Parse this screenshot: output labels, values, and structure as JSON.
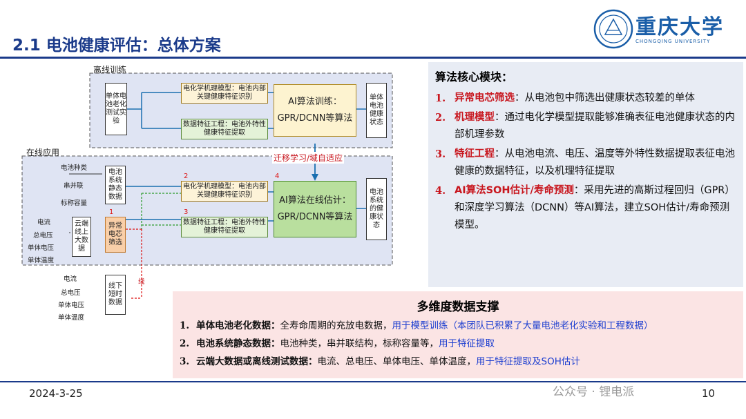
{
  "header": {
    "title": "2.1 电池健康评估：总体方案",
    "logo_text": "重庆大学",
    "logo_sub": "CHONGQING UNIVERSITY"
  },
  "diagram": {
    "offline_label": "离线训练",
    "online_label": "在线应用",
    "transfer_label": "迁移学习/域自适应",
    "offline": {
      "cell_test": "单体电池老化测试实验",
      "echem_model": "电化学机理模型：电池内部关键健康特征识别",
      "feature_eng": "数据特征工程：电池外特性健康特征提取",
      "ai_train_1": "AI算法训练：",
      "ai_train_2": "GPR/DCNN等算法",
      "cell_health": "单体电池健康状态"
    },
    "online": {
      "inputs_static": [
        "电池种类",
        "串并联",
        "标称容量"
      ],
      "static_data": "电池系统静态数据",
      "inputs_cloud": [
        "电流",
        "总电压",
        "单体电压",
        "单体温度"
      ],
      "cloud_data": "云端线上大数据",
      "abnormal_screen": "异常电芯筛选",
      "echem_model": "电化学机理模型：电池内部关键健康特征识别",
      "feature_eng": "数据特征工程：电池外特性健康特征提取",
      "ai_online_1": "AI算法在线估计：",
      "ai_online_2": "GPR/DCNN等算法",
      "system_health": "电池系统的健康状态",
      "inputs_offline": [
        "电流",
        "总电压",
        "单体电压",
        "单体温度"
      ],
      "offline_data": "线下短时数据",
      "offline_tag": "线",
      "nums": [
        "1",
        "2",
        "3",
        "4"
      ]
    }
  },
  "right_panel": {
    "title": "算法核心模块：",
    "items": [
      {
        "num": "1.",
        "head": "异常电芯筛选",
        "body": "：从电池包中筛选出健康状态较差的单体"
      },
      {
        "num": "2.",
        "head": "机理模型",
        "body": "：通过电化学模型提取能够准确表征电池健康状态的内部机理参数"
      },
      {
        "num": "3.",
        "head": "特征工程",
        "body": "：从电池电流、电压、温度等外特性数据提取表征电池健康的数据特征，以及机理特征提取"
      },
      {
        "num": "4.",
        "head": "AI算法SOH估计/寿命预测",
        "body": "：采用先进的高斯过程回归（GPR）和深度学习算法（DCNN）等AI算法，建立SOH估计/寿命预测模型。"
      }
    ]
  },
  "bottom_panel": {
    "title": "多维度数据支撑",
    "items": [
      {
        "num": "1.",
        "head": "单体电池老化数据：",
        "body": "全寿命周期的充放电数据，",
        "blue": "用于模型训练（本团队已积累了大量电池老化实验和工程数据）"
      },
      {
        "num": "2.",
        "head": "电池系统静态数据：",
        "body": "电池种类，串并联结构，标称容量等，",
        "blue": "用于特征提取"
      },
      {
        "num": "3.",
        "head": "云端大数据或离线测试数据：",
        "body": "电流、总电压、单体电压、单体温度，",
        "blue": "用于特征提取及SOH估计"
      }
    ]
  },
  "footer": {
    "date": "2024-3-25",
    "watermark": "公众号 · 锂电派",
    "page": "10"
  }
}
